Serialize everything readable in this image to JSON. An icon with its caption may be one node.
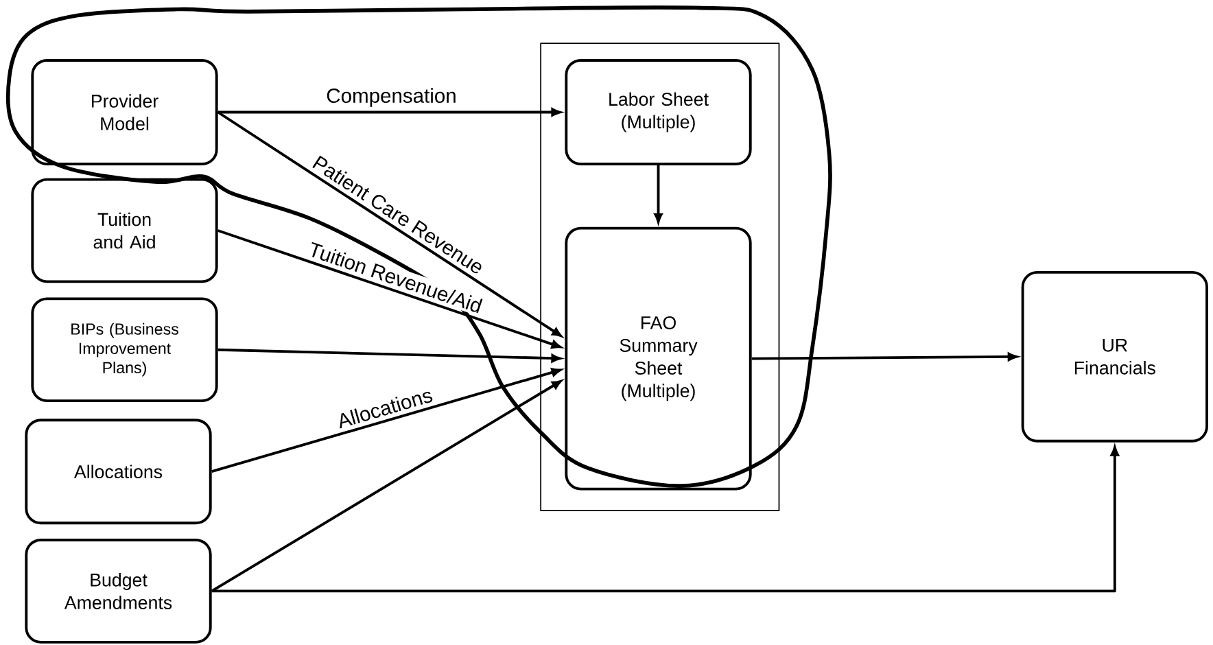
{
  "diagram": {
    "nodes": [
      {
        "text": [
          "Provider Model"
        ]
      },
      {
        "text": [
          "Tuition and Aid"
        ]
      },
      {
        "text": [
          "BIPs (Business Improvement Plans)"
        ]
      },
      {
        "text": [
          "Allocations"
        ]
      },
      {
        "text": [
          "Budget Amendments"
        ]
      },
      {
        "text": [],
        "shape": "box"
      },
      {
        "text": [
          "Labor Sheet (Multiple)"
        ],
        "in": 5
      },
      {
        "text": [
          "FAO Summary Sheet (Multiple)"
        ],
        "in": 5
      },
      {
        "text": [
          "UR Financials"
        ]
      }
    ],
    "edges": [
      {
        "from": 0,
        "to": 6,
        "arrow": "to",
        "label": "Compensation"
      },
      {
        "from": 6,
        "to": 7,
        "arrow": "to"
      },
      {
        "from": 0,
        "to": 7,
        "arrow": "to",
        "label": "Patient Care Revenue"
      },
      {
        "from": 1,
        "to": 7,
        "arrow": "to",
        "label": "Tuition Revenue/Aid"
      },
      {
        "from": 2,
        "to": 7,
        "arrow": "to"
      },
      {
        "from": 3,
        "to": 7,
        "arrow": "to",
        "label": "Allocations"
      },
      {
        "from": 4,
        "to": 7,
        "arrow": "to"
      },
      {
        "from": 7,
        "to": 8,
        "arrow": "to"
      },
      {
        "from": 4,
        "to": 8,
        "arrow": "to"
      }
    ]
  }
}
